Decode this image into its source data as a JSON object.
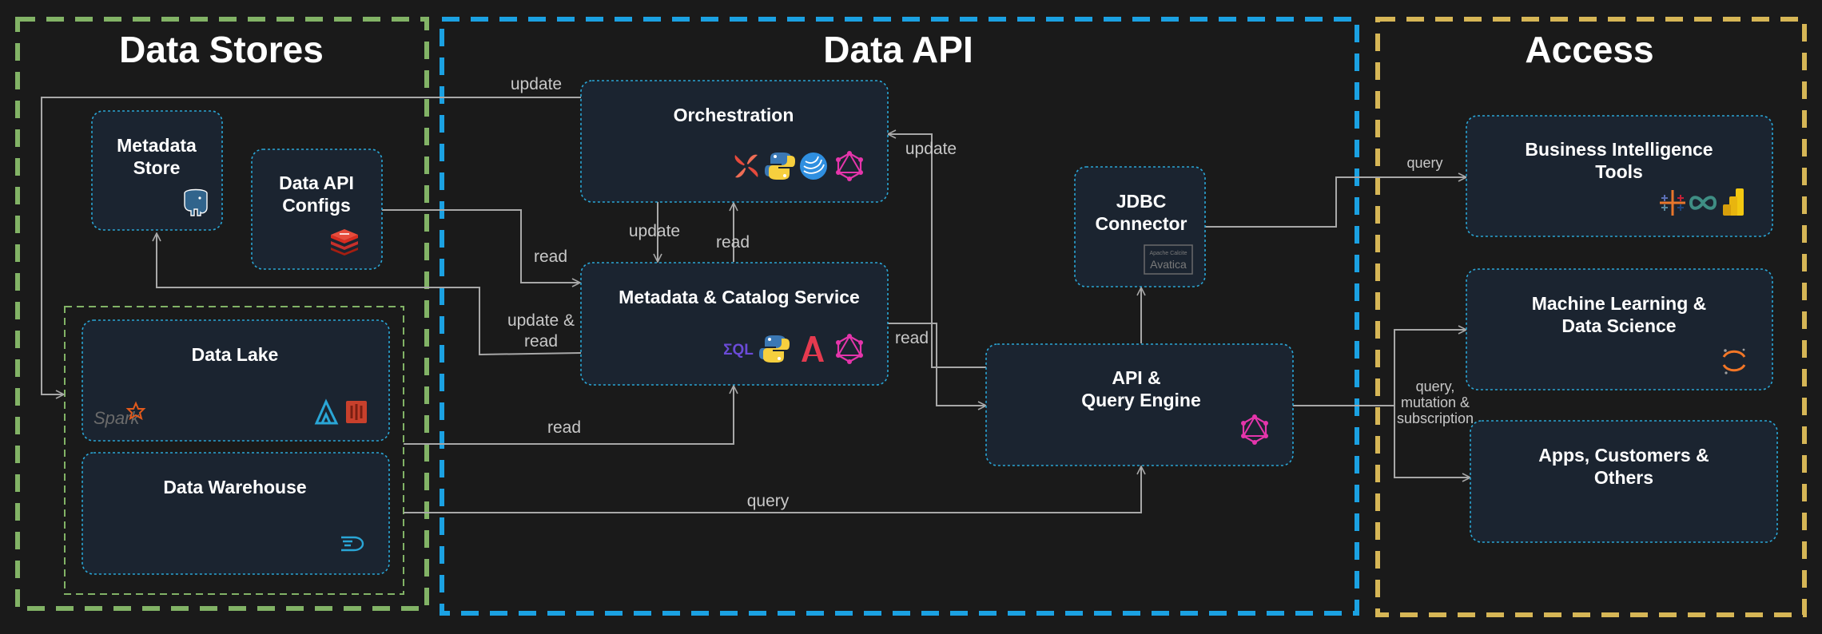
{
  "sections": {
    "stores": {
      "title": "Data Stores"
    },
    "api": {
      "title": "Data API"
    },
    "access": {
      "title": "Access"
    }
  },
  "nodes": {
    "metadata_store": {
      "lines": [
        "Metadata",
        "Store"
      ]
    },
    "data_api_configs": {
      "lines": [
        "Data API",
        "Configs"
      ]
    },
    "data_lake": {
      "lines": [
        "Data Lake"
      ]
    },
    "data_warehouse": {
      "lines": [
        "Data Warehouse"
      ]
    },
    "orchestration": {
      "lines": [
        "Orchestration"
      ]
    },
    "metadata_catalog": {
      "lines": [
        "Metadata & Catalog Service"
      ]
    },
    "jdbc_connector": {
      "lines": [
        "JDBC",
        "Connector"
      ]
    },
    "api_query_engine": {
      "lines": [
        "API &",
        "Query Engine"
      ]
    },
    "bi_tools": {
      "lines": [
        "Business Intelligence",
        "Tools"
      ]
    },
    "ml_ds": {
      "lines": [
        "Machine Learning &",
        "Data Science"
      ]
    },
    "apps": {
      "lines": [
        "Apps, Customers &",
        "Others"
      ]
    }
  },
  "edge_labels": {
    "update_top": "update",
    "update_orch": "update",
    "update_mid": "update",
    "read_mid": "read",
    "read_configs": "read",
    "update_read": [
      "update &",
      "read"
    ],
    "read_lake": "read",
    "read_catalog": "read",
    "query_warehouse": "query",
    "query_bi": "query",
    "query_multi": [
      "query,",
      "mutation &",
      "subscription"
    ]
  },
  "logo_text": {
    "spark": "Spark",
    "eql": "ΣQL",
    "avatica_small": "Apache Calcite",
    "avatica": "Avatica"
  },
  "icons": {
    "metadata_store": [
      "postgresql-elephant-icon"
    ],
    "data_api_configs": [
      "redis-icon"
    ],
    "data_lake": [
      "apache-spark-logo",
      "azure-data-lake-icon",
      "aws-s3-icon"
    ],
    "data_warehouse": [
      "warehouse-stream-icon"
    ],
    "orchestration": [
      "airflow-pinwheel-icon",
      "python-icon",
      "dagster-icon",
      "graphql-icon"
    ],
    "metadata_catalog": [
      "eql-icon",
      "python-icon",
      "arrow-a-icon",
      "graphql-icon"
    ],
    "jdbc_connector": [
      "apache-calcite-avatica-logo"
    ],
    "api_query_engine": [
      "graphql-icon"
    ],
    "bi_tools": [
      "tableau-icon",
      "looker-infinity-icon",
      "power-bi-icon"
    ],
    "ml_ds": [
      "jupyter-icon"
    ]
  },
  "colors": {
    "background": "#1a1a1a",
    "stores_border": "#82b366",
    "api_border": "#1ba1e2",
    "access_border": "#d6b656",
    "node_fill": "#1b2430",
    "node_border": "#2aa6d6",
    "edge": "#a8a8a8",
    "graphql": "#e535ab"
  }
}
